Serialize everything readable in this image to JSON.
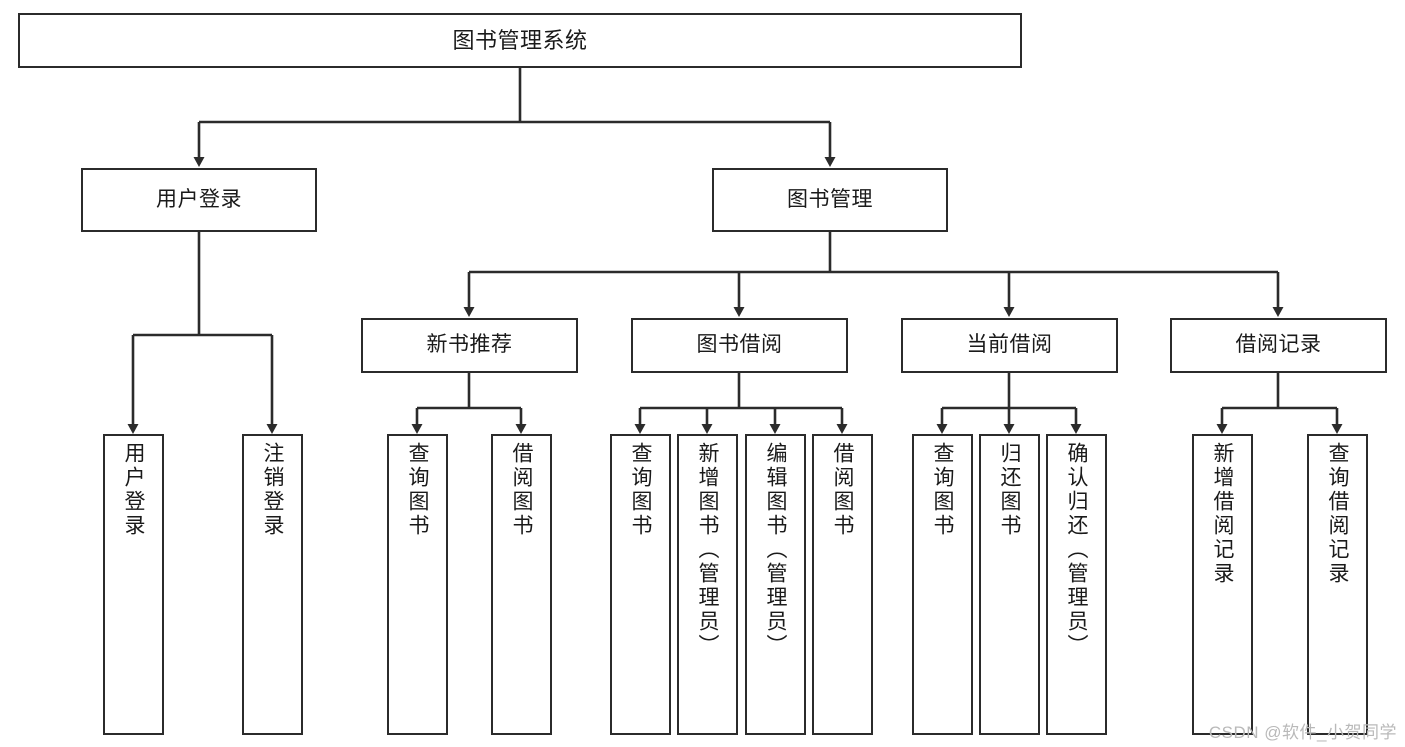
{
  "diagram": {
    "title": "图书管理系统",
    "type": "tree-hierarchy",
    "orientation": "top-down",
    "colors": {
      "box_border": "#2b2b2b",
      "box_fill": "#ffffff",
      "connector": "#2b2b2b",
      "text": "#1a1a1a",
      "watermark": "#b9b9b9"
    }
  },
  "nodes": {
    "root": {
      "label": "图书管理系统"
    },
    "level1": [
      {
        "label": "用户登录"
      },
      {
        "label": "图书管理"
      }
    ],
    "level2": [
      {
        "label": "新书推荐"
      },
      {
        "label": "图书借阅"
      },
      {
        "label": "当前借阅"
      },
      {
        "label": "借阅记录"
      }
    ],
    "leaves": {
      "user_login": [
        {
          "label": "用户登录"
        },
        {
          "label": "注销登录"
        }
      ],
      "new_book_recommend": [
        {
          "label": "查询图书"
        },
        {
          "label": "借阅图书"
        }
      ],
      "book_borrow": [
        {
          "label": "查询图书"
        },
        {
          "label": "新增图书（管理员）"
        },
        {
          "label": "编辑图书（管理员）"
        },
        {
          "label": "借阅图书"
        }
      ],
      "current_borrow": [
        {
          "label": "查询图书"
        },
        {
          "label": "归还图书"
        },
        {
          "label": "确认归还（管理员）"
        }
      ],
      "borrow_records": [
        {
          "label": "新增借阅记录"
        },
        {
          "label": "查询借阅记录"
        }
      ]
    }
  },
  "watermark": {
    "text": "CSDN @软件_小贺同学"
  }
}
